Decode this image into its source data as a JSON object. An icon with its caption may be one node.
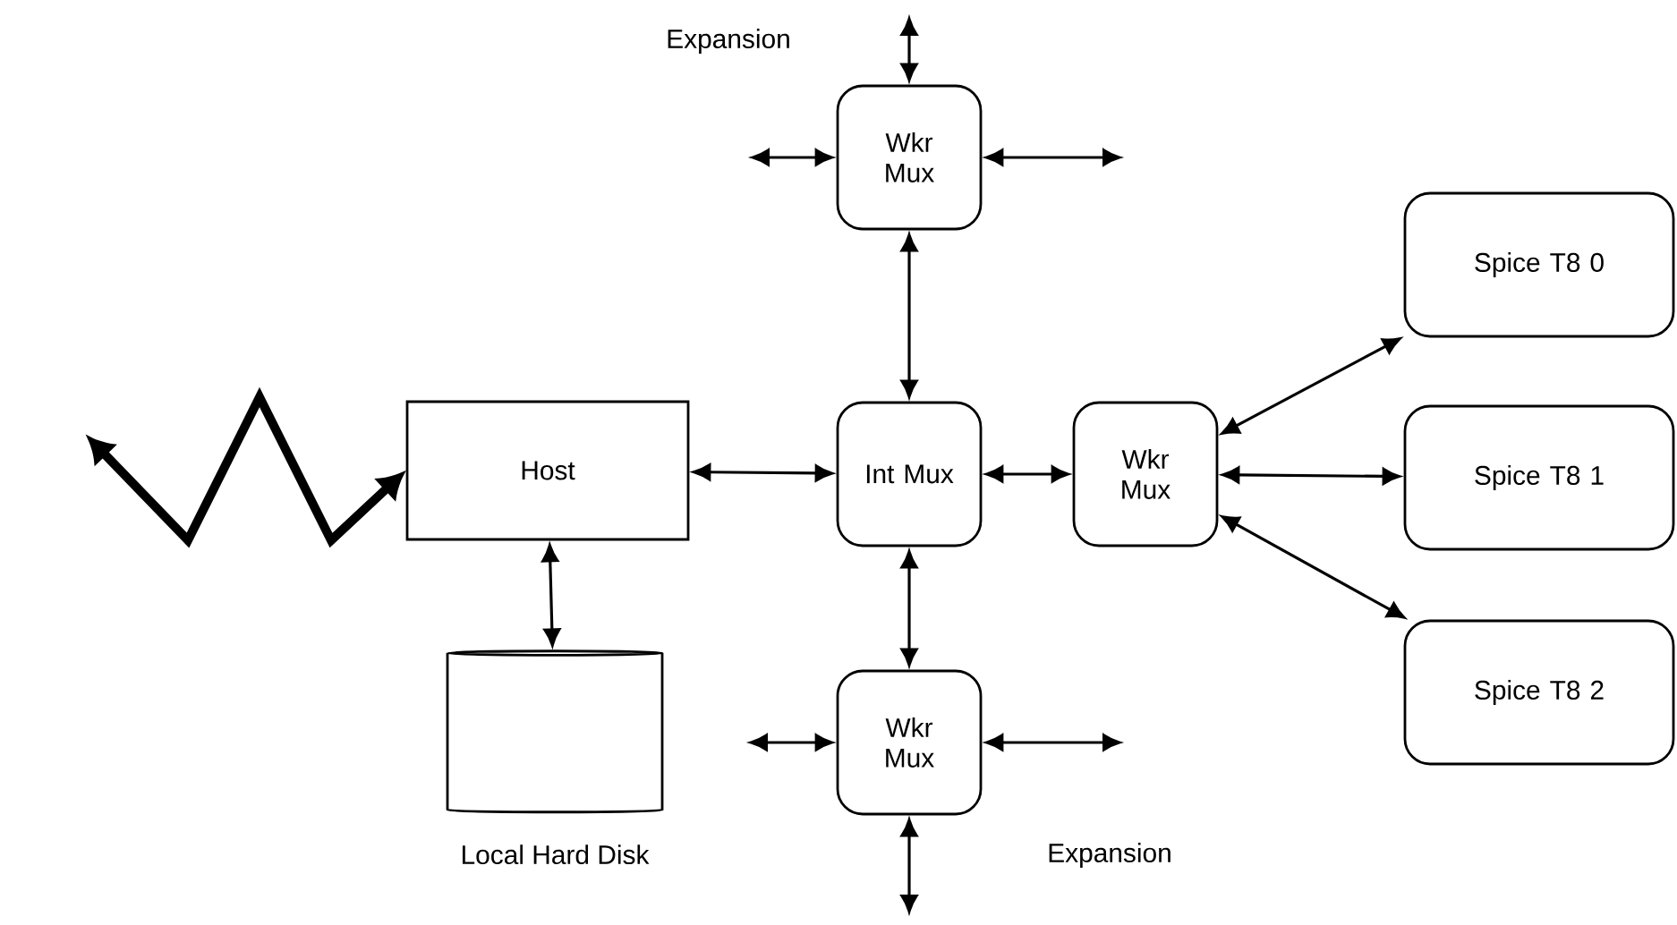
{
  "diagram": {
    "nodes": [
      {
        "text": [
          "Host"
        ]
      },
      {
        "text": [],
        "shape": "cylinder",
        "beside": [
          "Local Hard Disk"
        ]
      },
      {
        "text": [
          "Wkr Mux"
        ]
      },
      {
        "text": [
          "Int Mux"
        ]
      },
      {
        "text": [
          "Wkr Mux"
        ]
      },
      {
        "text": [
          "Wkr Mux"
        ]
      },
      {
        "text": [
          "Spice T8 0"
        ]
      },
      {
        "text": [
          "Spice T8 1"
        ]
      },
      {
        "text": [
          "Spice T8 2"
        ]
      }
    ],
    "edges": [
      {
        "from": null,
        "to": 0,
        "arrow": "both",
        "style": "thick"
      },
      {
        "from": 0,
        "to": 1,
        "arrow": "both"
      },
      {
        "from": 0,
        "to": 3,
        "arrow": "both"
      },
      {
        "from": 2,
        "to": 3,
        "arrow": "both"
      },
      {
        "from": 3,
        "to": 5,
        "arrow": "both"
      },
      {
        "from": 3,
        "to": 4,
        "arrow": "both"
      },
      {
        "from": 4,
        "to": 6,
        "arrow": "both"
      },
      {
        "from": 4,
        "to": 7,
        "arrow": "both"
      },
      {
        "from": 4,
        "to": 8,
        "arrow": "both"
      },
      {
        "from": 2,
        "to": null,
        "arrow": "both"
      },
      {
        "from": null,
        "to": 2,
        "arrow": "both"
      },
      {
        "from": 2,
        "to": null,
        "arrow": "both"
      },
      {
        "from": null,
        "to": 5,
        "arrow": "both"
      },
      {
        "from": 5,
        "to": null,
        "arrow": "both"
      },
      {
        "from": 5,
        "to": null,
        "arrow": "both"
      }
    ],
    "labels": [
      "Expansion",
      "Expansion"
    ]
  }
}
